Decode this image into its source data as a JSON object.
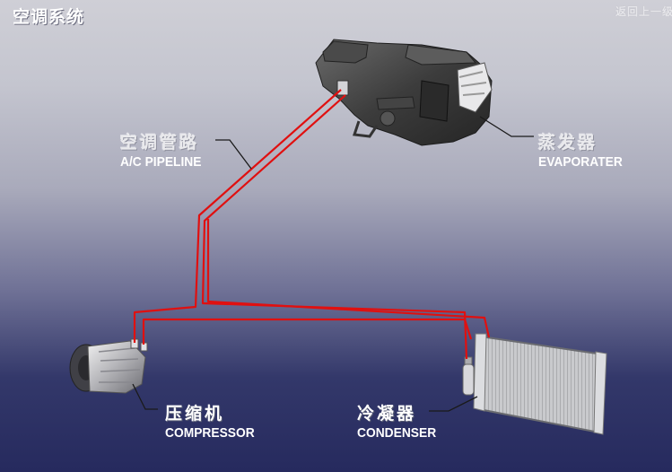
{
  "title": "空调系统",
  "back_link": "返回上一级",
  "labels": {
    "pipeline": {
      "cn": "空调管路",
      "en": "A/C PIPELINE"
    },
    "evaporator": {
      "cn": "蒸发器",
      "en": "EVAPORATER"
    },
    "compressor": {
      "cn": "压缩机",
      "en": "COMPRESSOR"
    },
    "condenser": {
      "cn": "冷凝器",
      "en": "CONDENSER"
    }
  },
  "colors": {
    "pipe": "#e01010",
    "leader": "#1a1a1a",
    "component": "#3a3a3a"
  }
}
